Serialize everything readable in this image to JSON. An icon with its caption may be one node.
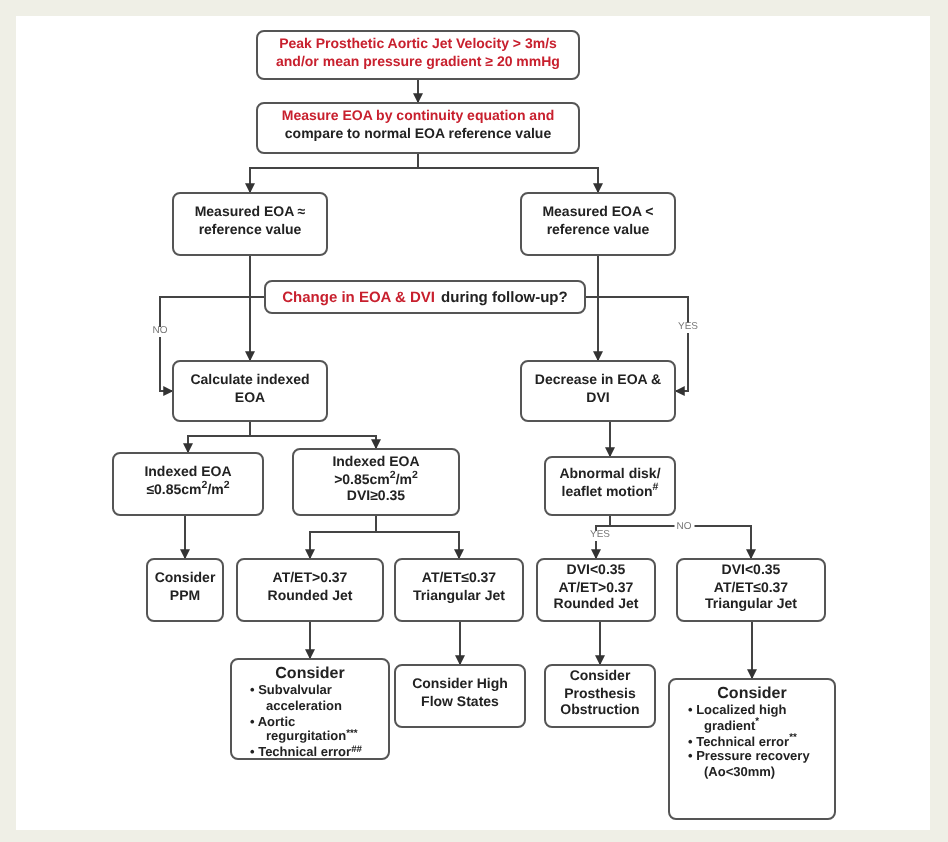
{
  "diagram": {
    "nodes": [
      {
        "text": [
          "Peak Prosthetic Aortic Jet Velocity > 3m/s and/or mean pressure gradient ≥ 20 mmHg"
        ]
      },
      {
        "text": [
          "Measure EOA by continuity equation and",
          "compare to normal EOA reference value"
        ]
      },
      {
        "text": [
          "Measured EOA ≈ reference value"
        ]
      },
      {
        "text": [
          "Measured EOA < reference value"
        ]
      },
      {
        "text": [
          "Change in EOA & DVI",
          "during follow-up?"
        ]
      },
      {
        "text": [
          "Calculate indexed EOA"
        ]
      },
      {
        "text": [
          "Decrease in EOA & DVI"
        ]
      },
      {
        "text": [
          "Indexed EOA ≤0.85cm$^{2}$/m$^{2}$"
        ]
      },
      {
        "text": [
          "Indexed EOA >0.85cm$^{2}$/m$^{2}$ DVI≥0.35"
        ]
      },
      {
        "text": [
          "Abnormal disk/ leaflet motion$^{#}$"
        ]
      },
      {
        "text": [
          "Consider PPM"
        ]
      },
      {
        "text": [
          "AT/ET>0.37 Rounded Jet"
        ]
      },
      {
        "text": [
          "AT/ET≤0.37 Triangular Jet"
        ]
      },
      {
        "text": [
          "DVI<0.35 AT/ET>0.37 Rounded Jet"
        ]
      },
      {
        "text": [
          "DVI<0.35 AT/ET≤0.37 Triangular Jet"
        ]
      },
      {
        "text": [
          "Consider",
          "• Subvalvular acceleration",
          "• Aortic regurgitation$^{***}$",
          "• Technical error$^{##}$"
        ]
      },
      {
        "text": [
          "Consider High Flow States"
        ]
      },
      {
        "text": [
          "Consider Prosthesis Obstruction"
        ]
      },
      {
        "text": [
          "Consider",
          "• Localized high gradient$^{*}$",
          "• Technical error$^{**}$",
          "• Pressure recovery (Ao<30mm)"
        ]
      }
    ],
    "edges": [
      {
        "from": 0,
        "to": 1,
        "arrow": "to"
      },
      {
        "from": 1,
        "to": 2,
        "arrow": "to"
      },
      {
        "from": 1,
        "to": 3,
        "arrow": "to"
      },
      {
        "from": 2,
        "to": 5,
        "arrow": "to"
      },
      {
        "from": 3,
        "to": 6,
        "arrow": "to"
      },
      {
        "from": 4,
        "to": 5,
        "arrow": "to",
        "label": "NO"
      },
      {
        "from": 4,
        "to": 6,
        "arrow": "to",
        "label": "YES"
      },
      {
        "from": 5,
        "to": 7,
        "arrow": "to"
      },
      {
        "from": 5,
        "to": 8,
        "arrow": "to"
      },
      {
        "from": 6,
        "to": 9,
        "arrow": "to"
      },
      {
        "from": 7,
        "to": 10,
        "arrow": "to"
      },
      {
        "from": 8,
        "to": 11,
        "arrow": "to"
      },
      {
        "from": 8,
        "to": 12,
        "arrow": "to"
      },
      {
        "from": 9,
        "to": 13,
        "arrow": "to",
        "label": "YES"
      },
      {
        "from": 9,
        "to": 14,
        "arrow": "to",
        "label": "NO"
      },
      {
        "from": 11,
        "to": 15,
        "arrow": "to"
      },
      {
        "from": 12,
        "to": 16,
        "arrow": "to"
      },
      {
        "from": 13,
        "to": 17,
        "arrow": "to"
      },
      {
        "from": 14,
        "to": 18,
        "arrow": "to"
      }
    ]
  }
}
